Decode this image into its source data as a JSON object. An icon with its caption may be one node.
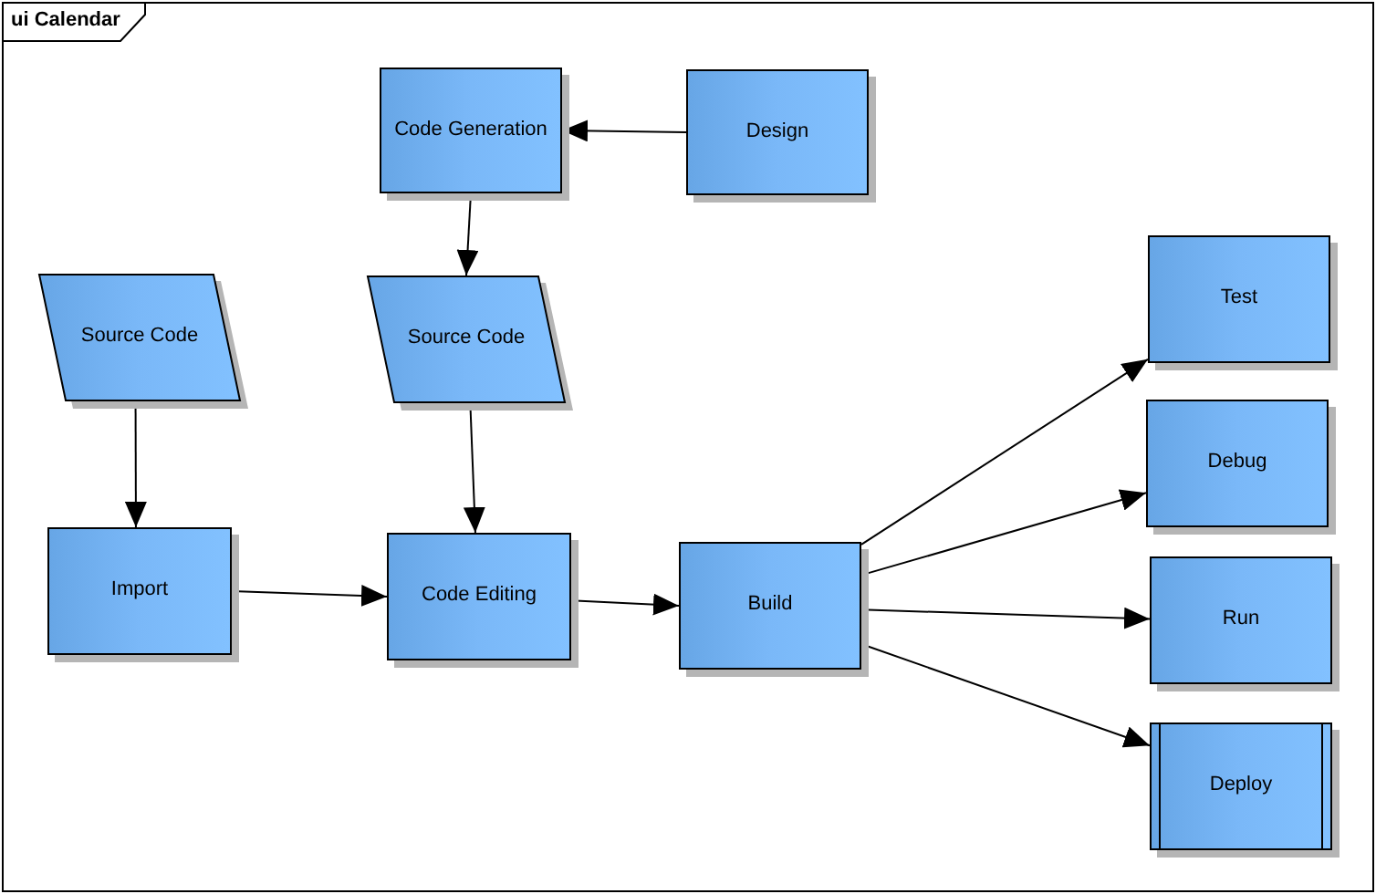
{
  "diagram": {
    "nodes": [
      {
        "text": [
          "ui Calendar"
        ]
      },
      {
        "text": [
          "Code Generation"
        ],
        "in": 0
      },
      {
        "text": [
          "Design"
        ],
        "in": 0
      },
      {
        "text": [
          "Test"
        ],
        "in": 0
      },
      {
        "text": [
          "Source Code"
        ],
        "in": 0
      },
      {
        "text": [
          "Source Code"
        ],
        "in": 0
      },
      {
        "text": [
          "Debug"
        ],
        "in": 0
      },
      {
        "text": [
          "Import"
        ],
        "in": 0
      },
      {
        "text": [
          "Code Editing"
        ],
        "in": 0
      },
      {
        "text": [
          "Build"
        ],
        "in": 0
      },
      {
        "text": [
          "Run"
        ],
        "in": 0
      },
      {
        "text": [
          "Deploy"
        ],
        "in": 0
      }
    ],
    "edges": [
      {
        "from": 2,
        "to": 1,
        "arrow": "to"
      },
      {
        "from": 1,
        "to": 5,
        "arrow": "to"
      },
      {
        "from": 4,
        "to": 7,
        "arrow": "to"
      },
      {
        "from": 5,
        "to": 8,
        "arrow": "to"
      },
      {
        "from": 7,
        "to": 8,
        "arrow": "to"
      },
      {
        "from": 8,
        "to": 9,
        "arrow": "to"
      },
      {
        "from": 9,
        "to": 3,
        "arrow": "to"
      },
      {
        "from": 9,
        "to": 6,
        "arrow": "to"
      },
      {
        "from": 9,
        "to": 10,
        "arrow": "to"
      },
      {
        "from": 9,
        "to": 11,
        "arrow": "to"
      }
    ]
  }
}
